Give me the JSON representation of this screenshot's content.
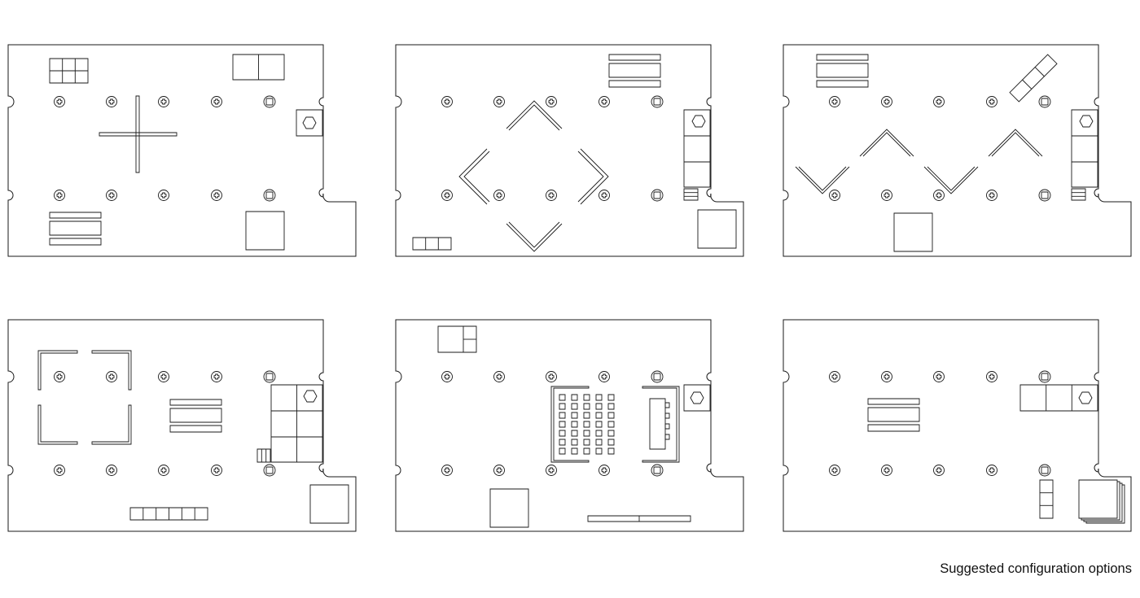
{
  "caption": "Suggested configuration options",
  "style": {
    "line_color": "#1a1a1a",
    "background": "#ffffff"
  },
  "plans": [
    {
      "name": "cross-partition-layout",
      "features": [
        "cross-partition",
        "table-grid",
        "sofa-unit",
        "shelving",
        "square-platform",
        "hex-stool"
      ]
    },
    {
      "name": "diamond-walls-layout",
      "features": [
        "diamond-walls",
        "shelving",
        "booth-counter",
        "steps",
        "tile-row",
        "square-platform"
      ]
    },
    {
      "name": "zigzag-walls-layout",
      "features": [
        "zigzag-walls",
        "diagonal-table-row",
        "shelving",
        "booth-counter",
        "steps",
        "square-platform"
      ]
    },
    {
      "name": "four-corner-walls-layout",
      "features": [
        "corner-walls",
        "shelving",
        "booth-grid",
        "steps",
        "tile-row",
        "square-platform"
      ]
    },
    {
      "name": "theatre-seating-layout",
      "features": [
        "seating-block",
        "stage-platform",
        "table-grid",
        "hex-stool",
        "long-bench",
        "square-platform"
      ]
    },
    {
      "name": "open-floor-layout",
      "features": [
        "shelving",
        "counter-row",
        "vertical-tile-row",
        "stacked-platforms"
      ]
    }
  ]
}
